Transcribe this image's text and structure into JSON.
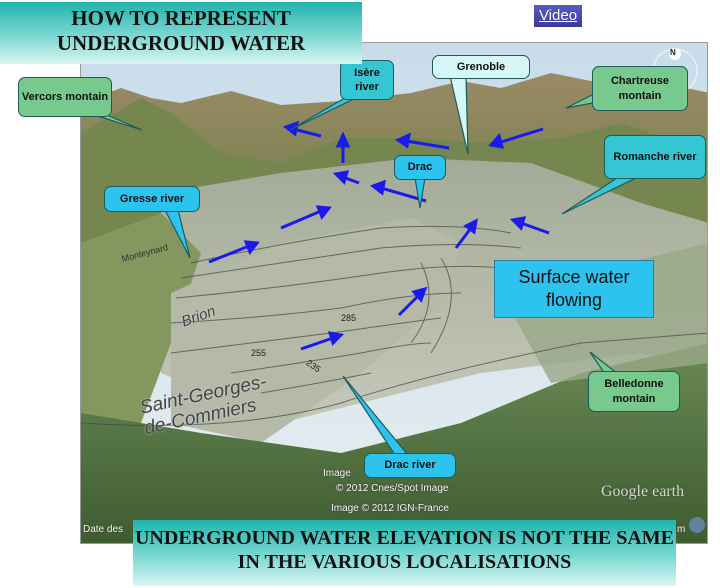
{
  "slide": {
    "top_title": "HOW TO REPRESENT UNDERGROUND WATER",
    "bottom_title": "UNDERGROUND WATER ELEVATION IS NOT THE SAME IN THE VARIOUS LOCALISATIONS",
    "video_link": "Video"
  },
  "callouts": {
    "vercors": "Vercors montain",
    "isere": "Isère river",
    "grenoble": "Grenoble",
    "chartreuse": "Chartreuse montain",
    "romanche": "Romanche river",
    "drac": "Drac",
    "gresse": "Gresse river",
    "surface": "Surface water flowing",
    "belledonne": "Belledonne montain",
    "drac_river": "Drac river"
  },
  "map": {
    "compass": "N",
    "place_saint_georges": "Saint-Georges-de-Commiers",
    "place_brion": "Brion",
    "place_monteynard": "Monteynard",
    "credit_1": "Image",
    "credit_2": "© 2012 Cnes/Spot Image",
    "credit_3": "Image © 2012 IGN-France",
    "logo": "Google earth",
    "date_label": "Date des",
    "scale_label": "m",
    "contour_labels": [
      "255",
      "235",
      "285"
    ]
  },
  "colors": {
    "callout_green": "#77c98d",
    "callout_cyan": "#2cc3ee",
    "arrow_blue": "#1a1aee"
  }
}
